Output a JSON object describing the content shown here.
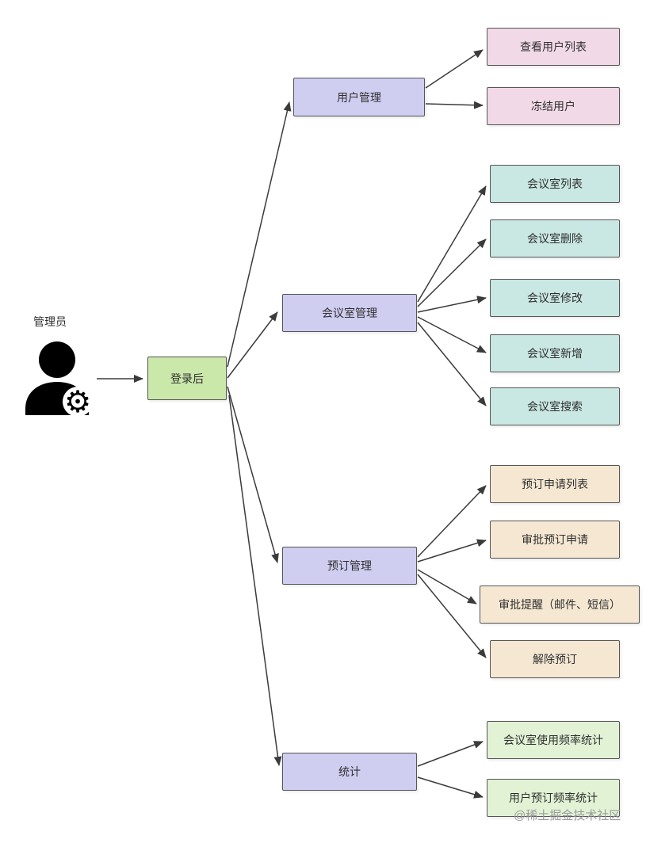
{
  "actor": {
    "label": "管理员"
  },
  "nodes": {
    "login": {
      "label": "登录后"
    },
    "user_mgmt": {
      "label": "用户管理"
    },
    "room_mgmt": {
      "label": "会议室管理"
    },
    "booking_mgmt": {
      "label": "预订管理"
    },
    "stats": {
      "label": "统计"
    },
    "view_user_list": {
      "label": "查看用户列表"
    },
    "freeze_user": {
      "label": "冻结用户"
    },
    "room_list": {
      "label": "会议室列表"
    },
    "room_delete": {
      "label": "会议室删除"
    },
    "room_update": {
      "label": "会议室修改"
    },
    "room_create": {
      "label": "会议室新增"
    },
    "room_search": {
      "label": "会议室搜索"
    },
    "booking_request_list": {
      "label": "预订申请列表"
    },
    "booking_approve": {
      "label": "审批预订申请"
    },
    "approve_reminder": {
      "label": "审批提醒（邮件、短信）"
    },
    "booking_release": {
      "label": "解除预订"
    },
    "room_usage_stats": {
      "label": "会议室使用频率统计"
    },
    "user_booking_stats": {
      "label": "用户预订频率统计"
    }
  },
  "watermark": {
    "label": "@稀土掘金技术社区"
  },
  "colors": {
    "login_bg": "#cbe8ab",
    "category_bg": "#cfcdf0",
    "user_leaf_bg": "#f2d9e7",
    "room_leaf_bg": "#c9e7e3",
    "booking_leaf_bg": "#f5e7d2",
    "stats_leaf_bg": "#e1f2d5",
    "node_border": "#555555",
    "arrow": "#3b3b3b",
    "watermark_text": "#9c9c9c"
  }
}
